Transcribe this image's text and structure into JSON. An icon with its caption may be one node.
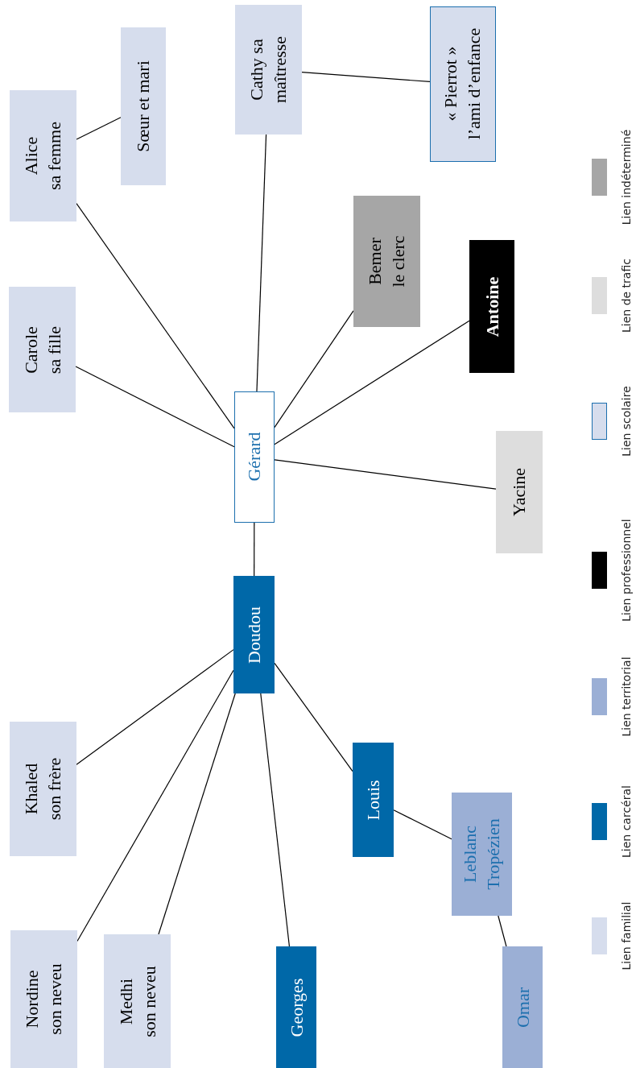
{
  "diagram": {
    "nodes": [
      {
        "text": [
          "Alice",
          "sa femme"
        ]
      },
      {
        "text": [
          "Sœur et mari"
        ]
      },
      {
        "text": [
          "Cathy sa maîtresse"
        ]
      },
      {
        "text": [
          "« Pierrot »",
          "l’ami d’enfance"
        ]
      },
      {
        "text": [
          "Carole",
          "sa fille"
        ]
      },
      {
        "text": [
          "Gérard"
        ]
      },
      {
        "text": [
          "Bemer",
          "le clerc"
        ]
      },
      {
        "text": [
          "Antoine"
        ]
      },
      {
        "text": [
          "Yacine"
        ]
      },
      {
        "text": [
          "Doudou"
        ]
      },
      {
        "text": [
          "Khaled",
          "son frère"
        ]
      },
      {
        "text": [
          "Louis"
        ]
      },
      {
        "text": [
          "Leblanc",
          "Tropézien"
        ]
      },
      {
        "text": [
          "Nordine",
          "son neveu"
        ]
      },
      {
        "text": [
          "Medhi",
          "son neveu"
        ]
      },
      {
        "text": [
          "Georges"
        ]
      },
      {
        "text": [
          "Omar"
        ]
      }
    ],
    "edges": [
      {
        "from": 0,
        "to": 1,
        "arrow": "none"
      },
      {
        "from": 5,
        "to": 0,
        "arrow": "none"
      },
      {
        "from": 5,
        "to": 4,
        "arrow": "none"
      },
      {
        "from": 5,
        "to": 2,
        "arrow": "none"
      },
      {
        "from": 2,
        "to": 3,
        "arrow": "none"
      },
      {
        "from": 5,
        "to": 6,
        "arrow": "none"
      },
      {
        "from": 5,
        "to": 7,
        "arrow": "none"
      },
      {
        "from": 5,
        "to": 8,
        "arrow": "none"
      },
      {
        "from": 5,
        "to": 9,
        "arrow": "none"
      },
      {
        "from": 9,
        "to": 10,
        "arrow": "none"
      },
      {
        "from": 9,
        "to": 13,
        "arrow": "none"
      },
      {
        "from": 9,
        "to": 14,
        "arrow": "none"
      },
      {
        "from": 9,
        "to": 15,
        "arrow": "none"
      },
      {
        "from": 9,
        "to": 11,
        "arrow": "none"
      },
      {
        "from": 11,
        "to": 12,
        "arrow": "none"
      },
      {
        "from": 12,
        "to": 16,
        "arrow": "none"
      }
    ],
    "legend": [
      {
        "text": "Lien familial",
        "color": "#d6dded"
      },
      {
        "text": "Lien carcéral",
        "color": "#0068a8"
      },
      {
        "text": "Lien territorial",
        "color": "#9bafd5"
      },
      {
        "text": "Lien professionnel",
        "color": "#000000"
      },
      {
        "text": "Lien scolaire",
        "color": "#d6dded"
      },
      {
        "text": "Lien de trafic",
        "color": "#dddddd"
      },
      {
        "text": "Lien indéterminé",
        "color": "#a6a6a6"
      }
    ]
  }
}
